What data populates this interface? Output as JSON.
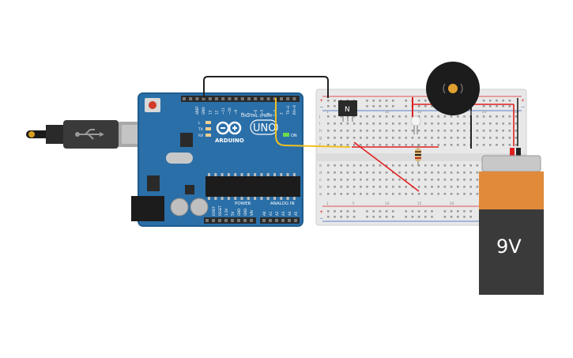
{
  "canvas": {
    "background": "#ffffff"
  },
  "arduino": {
    "brand": "ARDUINO",
    "model": "UNO",
    "digital_header_label": "DIGITAL (PWM~)",
    "power_header_label": "POWER",
    "analog_header_label": "ANALOG IN",
    "on_label": "ON",
    "led_labels": [
      "L",
      "TX",
      "RX"
    ],
    "aref_label": "AREF",
    "gnd_label": "GND",
    "digital_pins": [
      "13",
      "12",
      "~11",
      "~10",
      "~9",
      "8",
      "7",
      "~6",
      "~5",
      "4",
      "~3",
      "2",
      "TX→1",
      "RX←0"
    ],
    "power_pins": [
      "IOREF",
      "RESET",
      "3.3V",
      "5V",
      "GND",
      "GND",
      "VIN"
    ],
    "analog_pins": [
      "A0",
      "A1",
      "A2",
      "A3",
      "A4",
      "A5"
    ],
    "board_color": "#2a6fa8"
  },
  "transistor": {
    "label": "N"
  },
  "breadboard": {
    "row_letters_top": [
      "j",
      "i",
      "h",
      "g",
      "f"
    ],
    "row_letters_bottom": [
      "e",
      "d",
      "c",
      "b",
      "a"
    ],
    "column_numbers": [
      "1",
      "5",
      "10",
      "15",
      "20",
      "25",
      "30"
    ],
    "plus_label": "+",
    "minus_label": "−"
  },
  "battery": {
    "label": "9V",
    "top_color": "#e08a3a",
    "body_color": "#3a3a3a"
  },
  "colors": {
    "wire_red": "#e02020",
    "wire_black": "#222222",
    "wire_yellow": "#f0c020",
    "breadboard": "#e8e8e8"
  }
}
